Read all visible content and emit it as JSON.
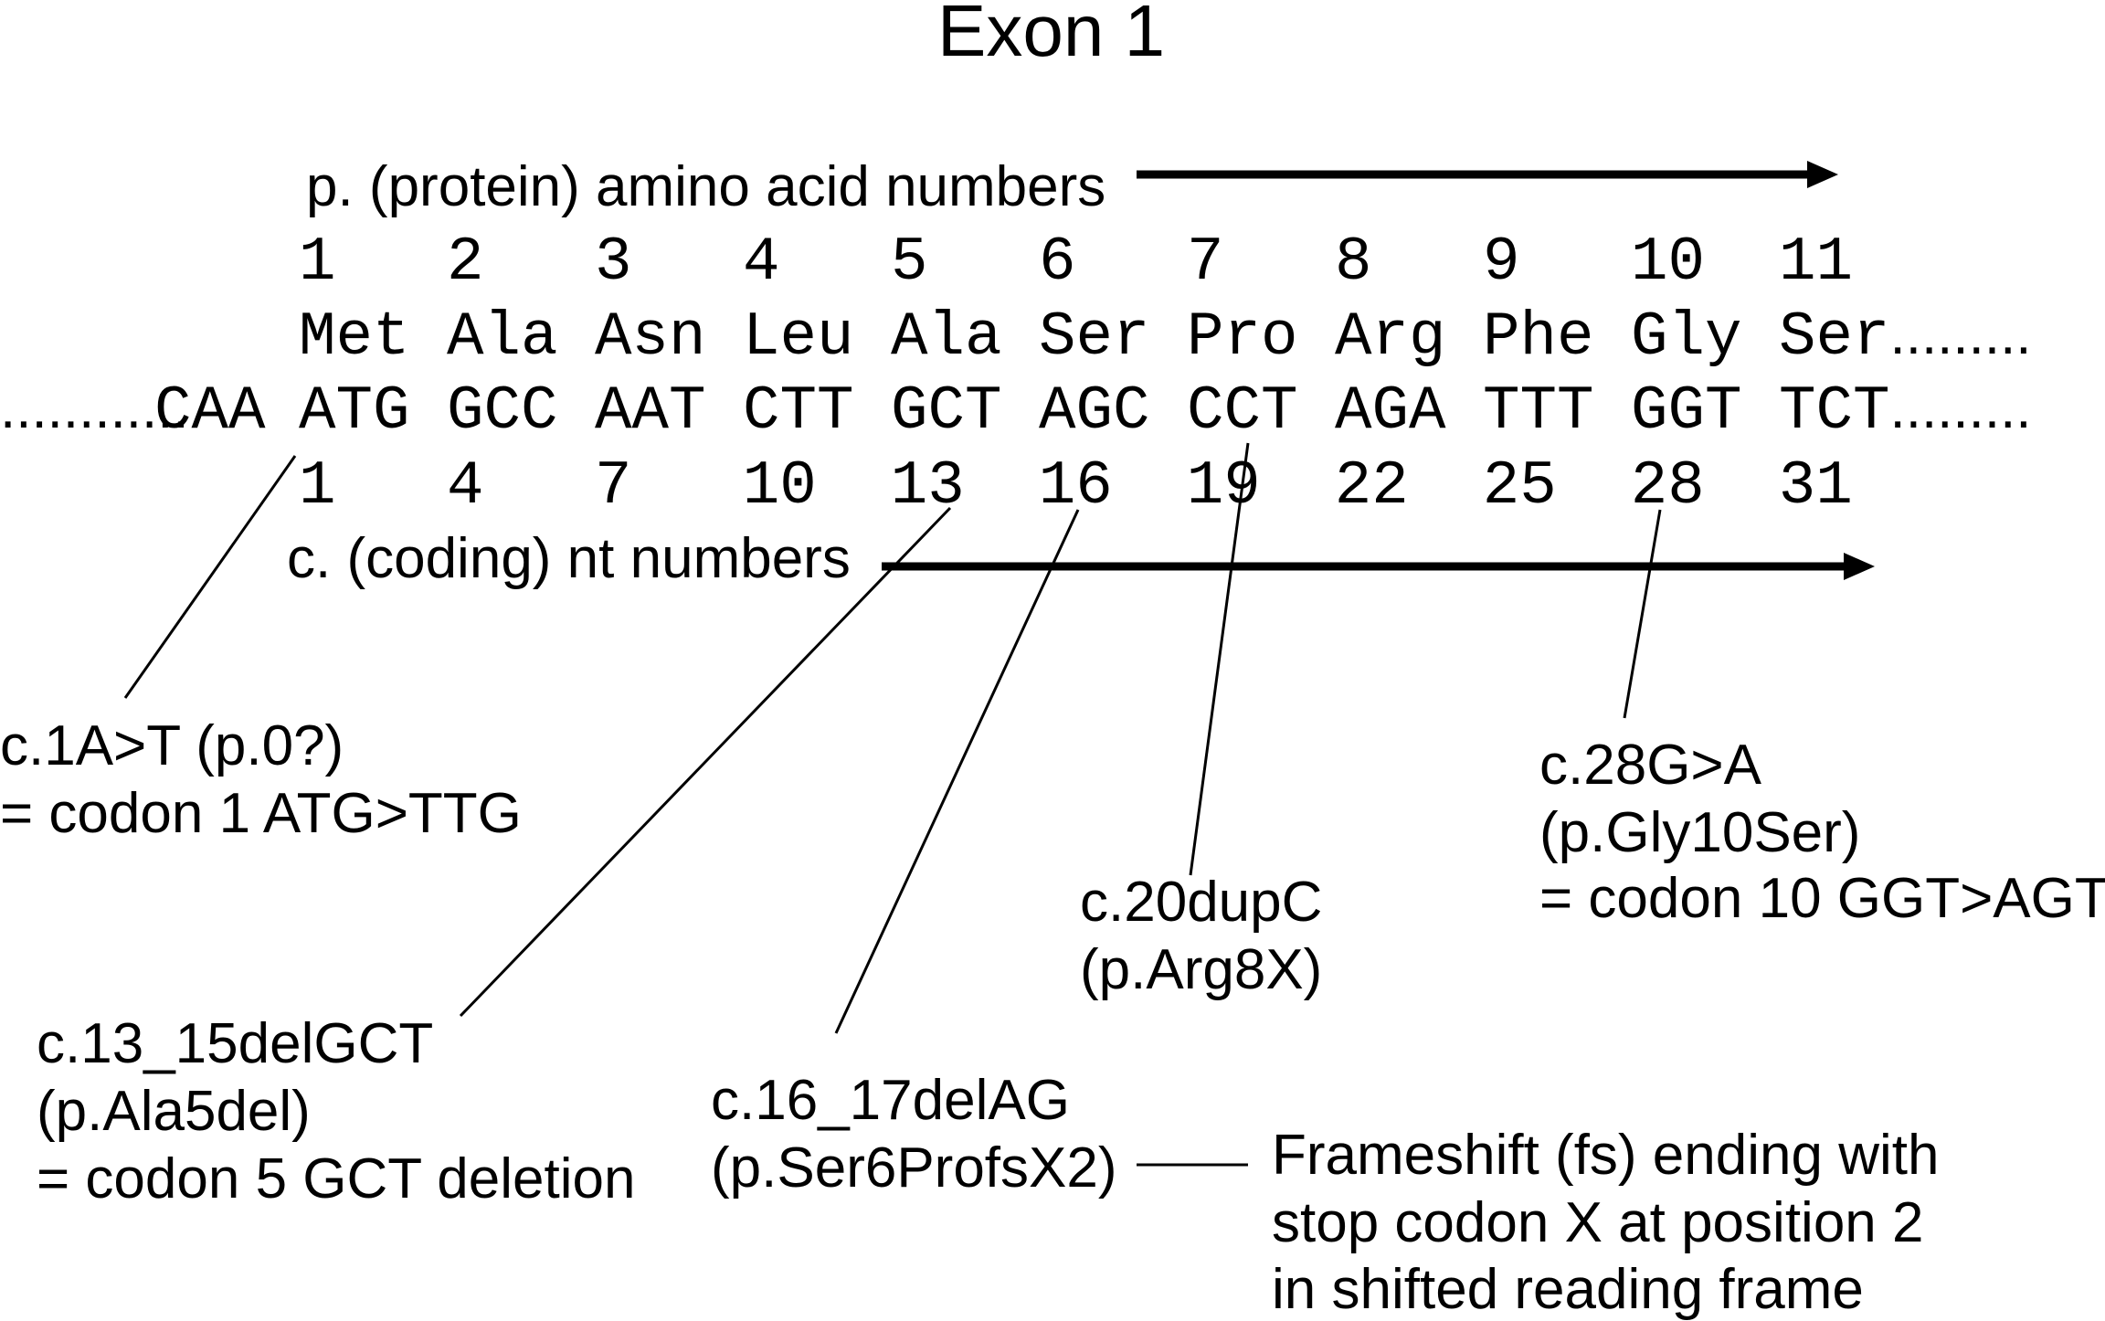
{
  "title": "Exon 1",
  "protein_axis": {
    "label": "p. (protein) amino acid numbers",
    "numbers": [
      "1",
      "2",
      "3",
      "4",
      "5",
      "6",
      "7",
      "8",
      "9",
      "10",
      "11"
    ]
  },
  "amino_acids": [
    "Met",
    "Ala",
    "Asn",
    "Leu",
    "Ala",
    "Ser",
    "Pro",
    "Arg",
    "Phe",
    "Gly",
    "Ser"
  ],
  "amino_trailing": ".........",
  "dna": {
    "leading_dots": "............",
    "upstream_codon": "CAA",
    "codons": [
      "ATG",
      "GCC",
      "AAT",
      "CTT",
      "GCT",
      "AGC",
      "CCT",
      "AGA",
      "TTT",
      "GGT",
      "TCT"
    ],
    "trailing_dots": "........."
  },
  "coding_axis": {
    "label": "c. (coding) nt numbers",
    "numbers": [
      "1",
      "4",
      "7",
      "10",
      "13",
      "16",
      "19",
      "22",
      "25",
      "28",
      "31"
    ]
  },
  "annotations": [
    {
      "id": "c1AT",
      "target_nt": 1,
      "lines": [
        "c.1A>T (p.0?)",
        "= codon 1 ATG>TTG"
      ]
    },
    {
      "id": "c13del",
      "target_nt": 13,
      "lines": [
        "c.13_15delGCT",
        "(p.Ala5del)",
        "= codon 5 GCT deletion"
      ]
    },
    {
      "id": "c16del",
      "target_nt": 16,
      "lines": [
        "c.16_17delAG",
        "(p.Ser6ProfsX2)"
      ]
    },
    {
      "id": "c20dup",
      "target_nt": 20,
      "lines": [
        "c.20dupC",
        "(p.Arg8X)"
      ]
    },
    {
      "id": "c28GA",
      "target_nt": 28,
      "lines": [
        "c.28G>A",
        "(p.Gly10Ser)",
        "= codon 10 GGT>AGT"
      ]
    }
  ],
  "frameshift_note": {
    "lines": [
      "Frameshift (fs) ending with",
      "stop codon X at position 2",
      "in shifted reading frame"
    ]
  }
}
